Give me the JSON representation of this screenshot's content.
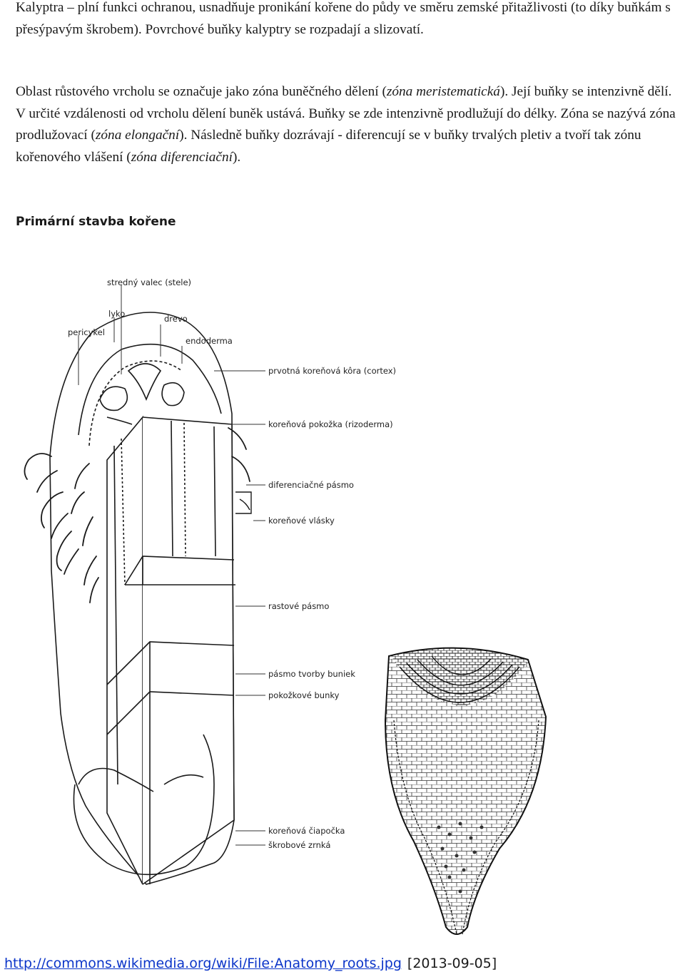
{
  "paragraph1": {
    "text": "Kalyptra – plní funkci ochranou, usnadňuje pronikání kořene do půdy ve směru zemské přitažlivosti (to díky buňkám s přesýpavým škrobem). Povrchové buňky kalyptry se rozpadají a slizovatí."
  },
  "paragraph2": {
    "part1": "Oblast růstového vrcholu se označuje jako zóna buněčného dělení (",
    "italic1": "zóna meristematická",
    "part2": "). Její buňky se intenzivně dělí. V určité vzdálenosti od vrcholu dělení buněk ustává. Buňky se zde intenzivně prodlužují do délky. Zóna se nazývá zóna prodlužovací (",
    "italic2": "zóna elongační",
    "part3": "). Následně buňky dozrávají - diferencují se v buňky trvalých pletiv a tvoří tak zónu kořenového vlášení (",
    "italic3": "zóna diferenciační",
    "part4": ")."
  },
  "heading": "Primární stavba kořene",
  "figure_labels": {
    "stele": "stredný valec (stele)",
    "phloem": "lyko",
    "xylem": "drevo",
    "pericycle": "pericykel",
    "endodermis": "endoderma",
    "cortex": "prvotná koreňová kôra (cortex)",
    "rhizodermis": "koreňová pokožka (rizoderma)",
    "differentiation": "diferenciačné pásmo",
    "root_hairs": "koreňové vlásky",
    "growth": "rastové pásmo",
    "meristem": "pásmo tvorby buniek",
    "epidermal_cells": "pokožkové bunky",
    "root_cap": "koreňová čiapočka",
    "starch_zone": "škrobové zrnká"
  },
  "source": {
    "link_text": "http://commons.wikimedia.org/wiki/File:Anatomy_roots.jpg",
    "date": "[2013-09-05]"
  }
}
